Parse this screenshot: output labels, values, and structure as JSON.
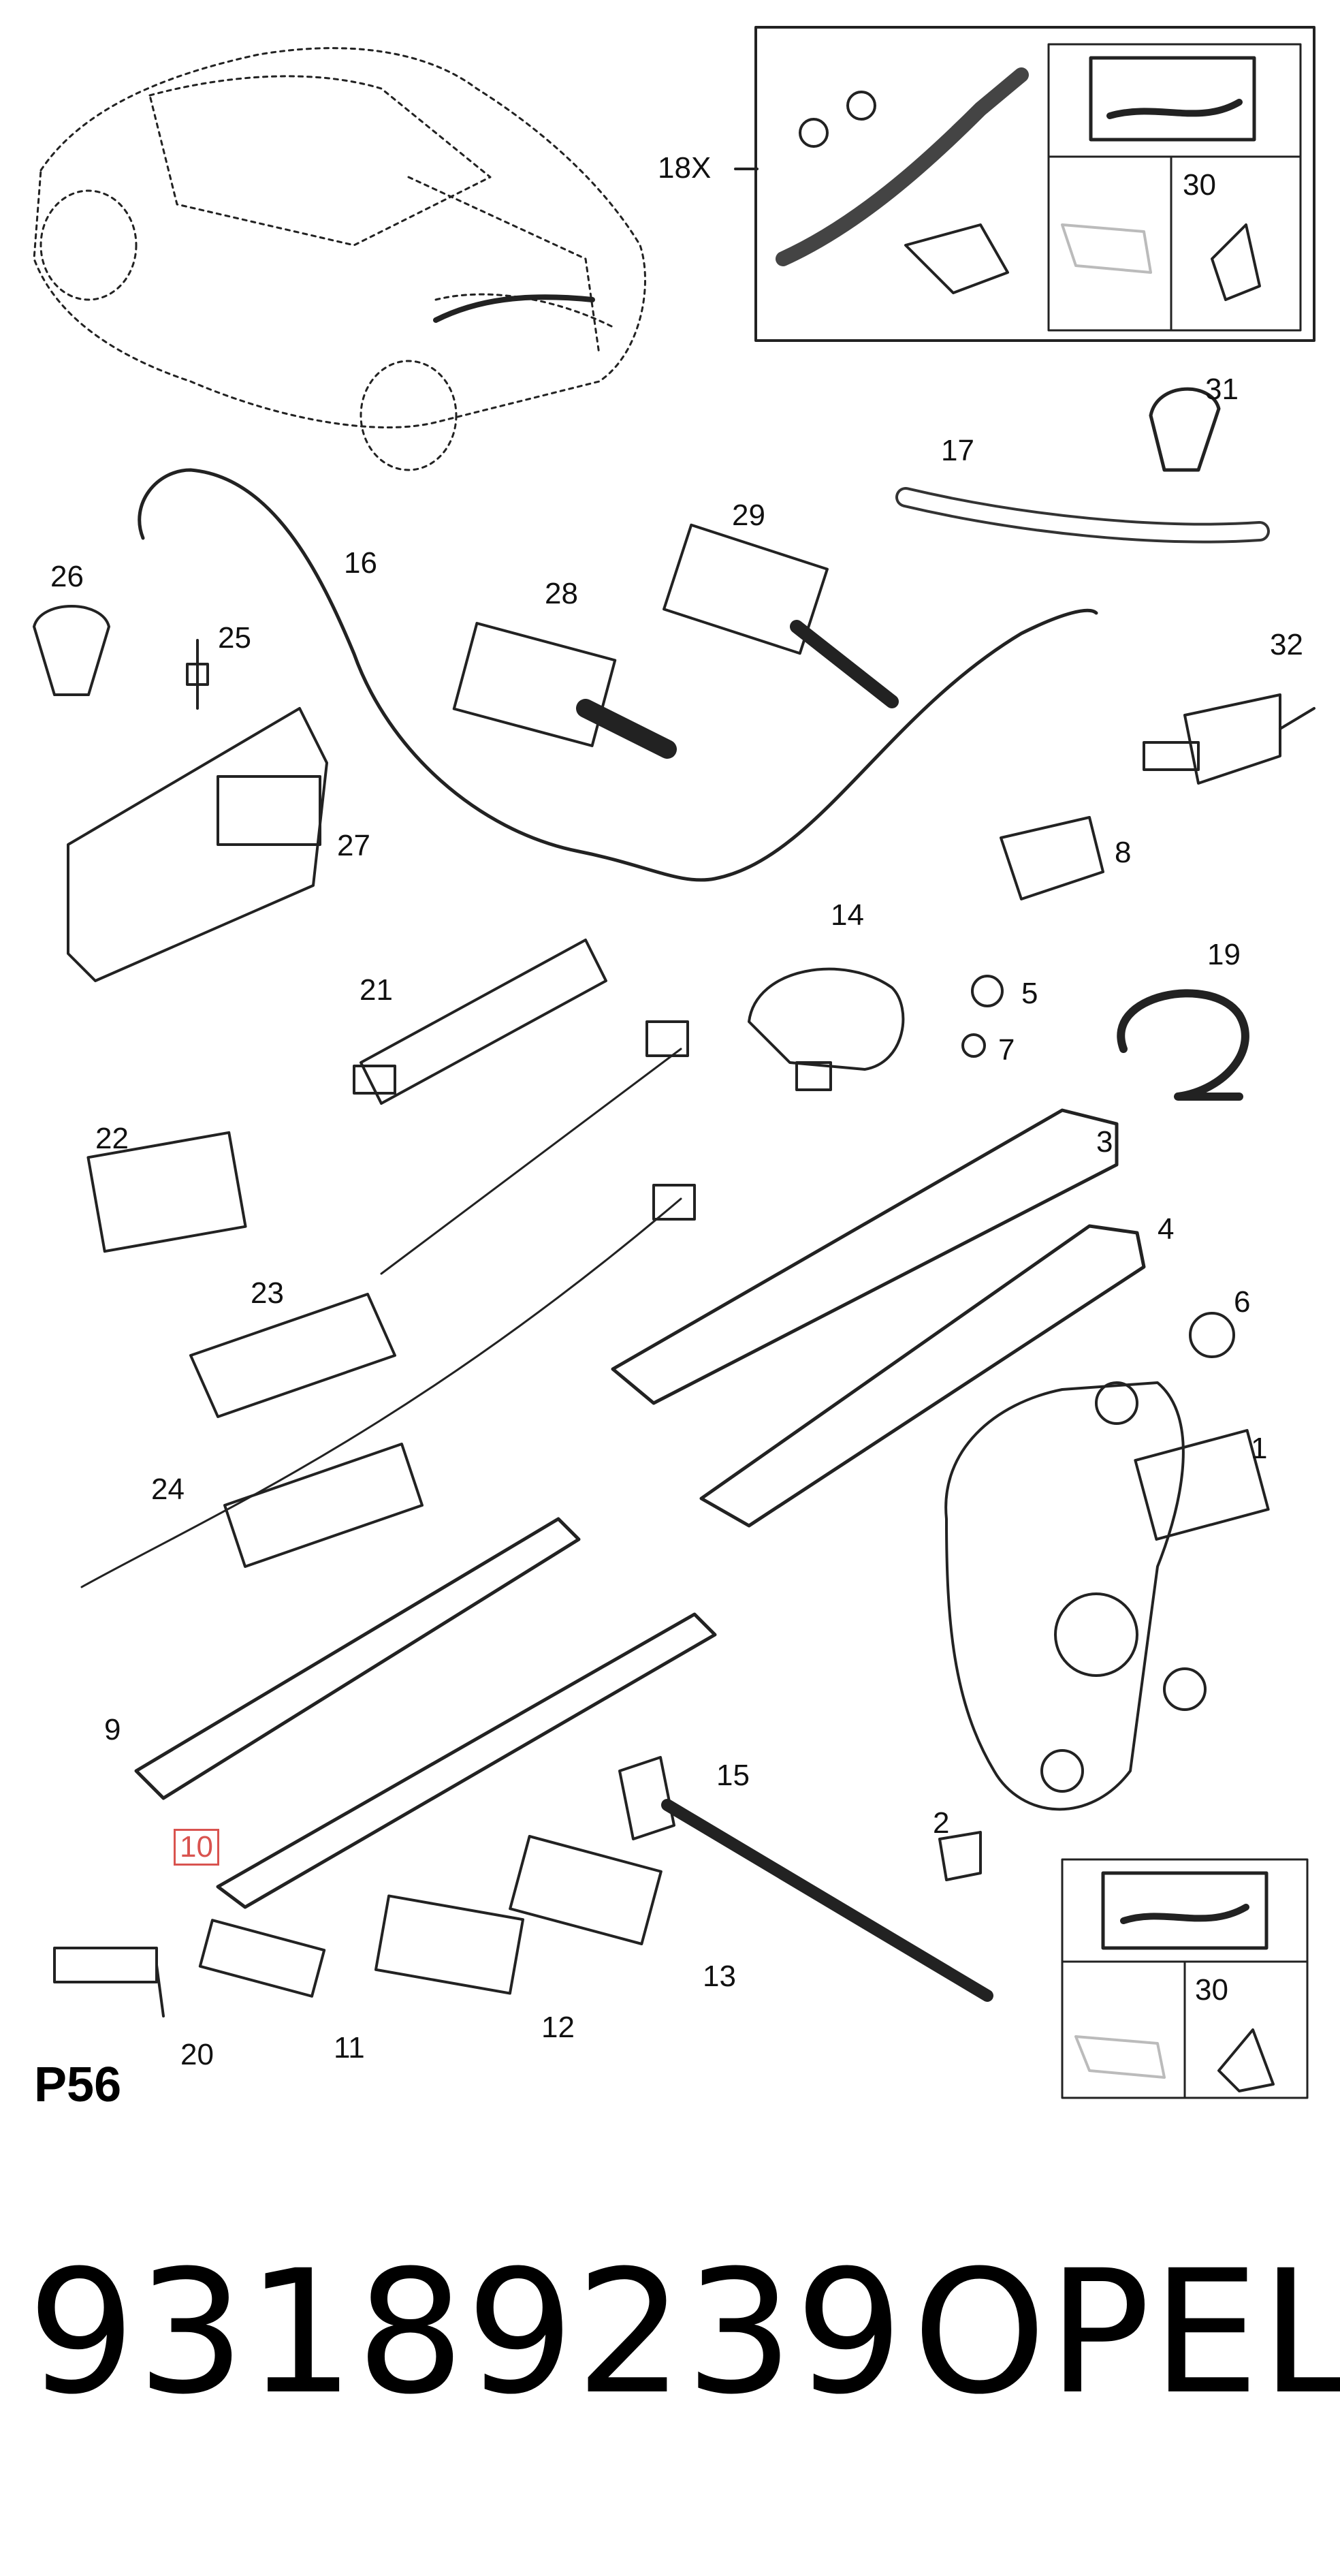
{
  "diagram": {
    "page_code": "P56",
    "part_number": "93189239",
    "brand": "OPEL",
    "highlighted_callout": "10",
    "callouts": {
      "c1": "1",
      "c2": "2",
      "c3": "3",
      "c4": "4",
      "c5": "5",
      "c6": "6",
      "c7": "7",
      "c8": "8",
      "c9": "9",
      "c10": "10",
      "c11": "11",
      "c12": "12",
      "c13": "13",
      "c14": "14",
      "c15": "15",
      "c16": "16",
      "c17": "17",
      "c18": "18X",
      "c19": "19",
      "c20": "20",
      "c21": "21",
      "c22": "22",
      "c23": "23",
      "c24": "24",
      "c25": "25",
      "c26": "26",
      "c27": "27",
      "c28": "28",
      "c29": "29",
      "c30a": "30",
      "c30b": "30",
      "c31": "31",
      "c32": "32"
    }
  }
}
